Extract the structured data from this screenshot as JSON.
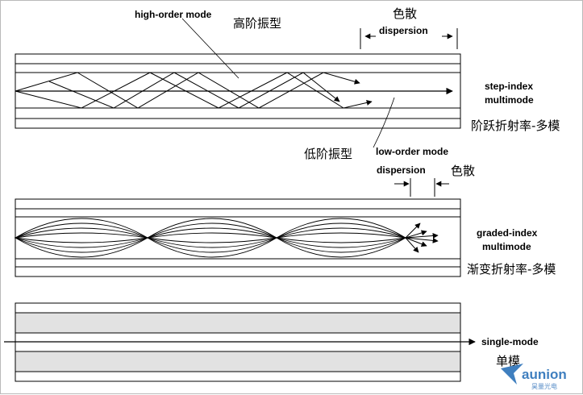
{
  "step_index": {
    "high_order_label": "high-order mode",
    "high_order_label_cn": "高阶振型",
    "dispersion_cn": "色散",
    "dispersion_label": "dispersion",
    "title_line1": "step-index",
    "title_line2": "multimode",
    "title_cn": "阶跃折射率-多模",
    "low_order_label_cn": "低阶振型",
    "low_order_label": "low-order mode"
  },
  "graded_index": {
    "dispersion_label": "dispersion",
    "dispersion_cn": "色散",
    "title_line1": "graded-index",
    "title_line2": "multimode",
    "title_cn": "渐变折射率-多模"
  },
  "single_mode": {
    "title": "single-mode",
    "title_cn": "单模"
  },
  "logo": {
    "text": "aunion",
    "sub": "昊量光电"
  },
  "colors": {
    "fiber_cladding_fill": "#e2e2e2",
    "line": "#000000",
    "logo": "#3f7fbf"
  }
}
